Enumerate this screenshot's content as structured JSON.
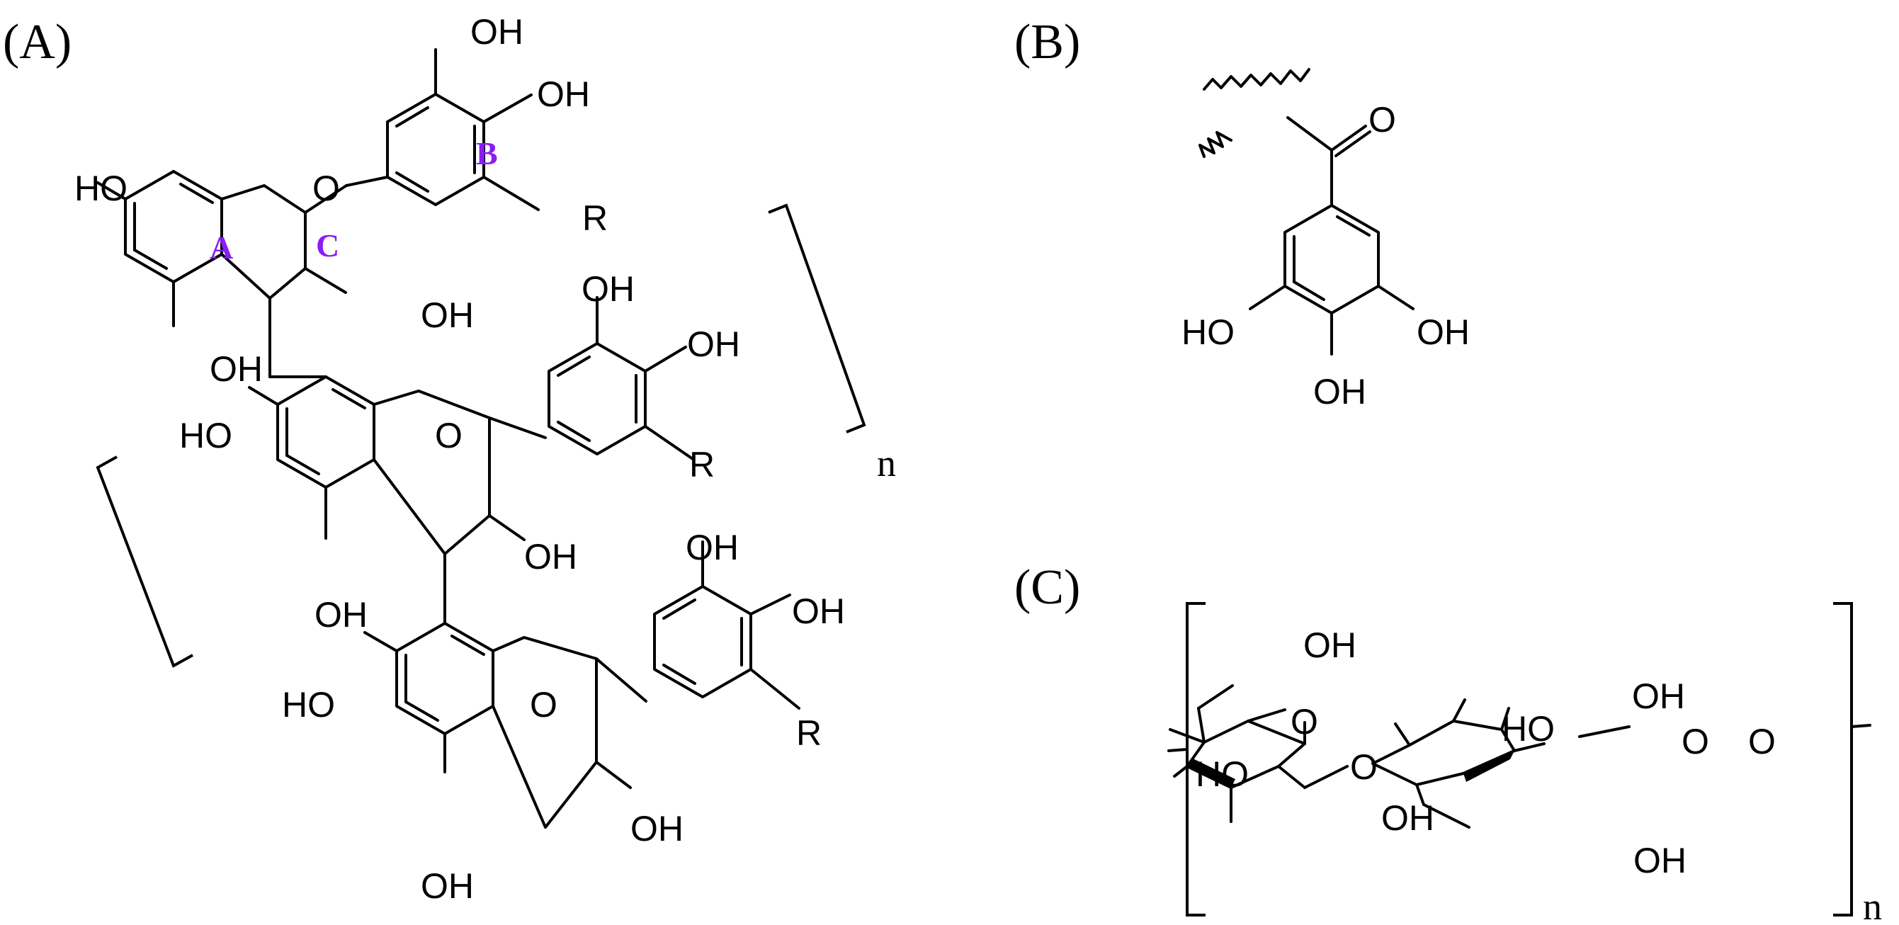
{
  "panels": {
    "a_label": "(A)",
    "b_label": "(B)",
    "c_label": "(C)"
  },
  "ring_labels": {
    "a": "A",
    "b": "B",
    "c": "C",
    "color": "#8b1cf3"
  },
  "atoms": {
    "oh": "OH",
    "ho": "HO",
    "o": "O",
    "r": "R"
  },
  "repeat_subscript": "n"
}
